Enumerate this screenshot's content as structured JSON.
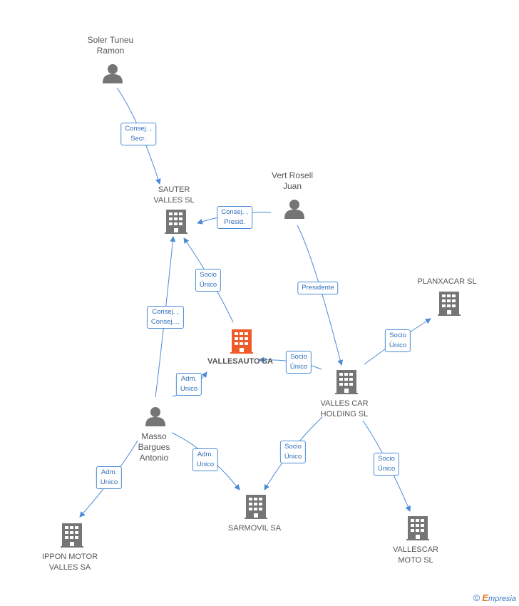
{
  "colors": {
    "edge": "#4a8bd6",
    "icon": "#757575",
    "main_icon": "#f05a28",
    "label": "#555555"
  },
  "nodes": [
    {
      "id": "soler",
      "type": "person",
      "label": [
        "Soler Tuneu",
        "Ramon"
      ]
    },
    {
      "id": "vert",
      "type": "person",
      "label": [
        "Vert Rosell",
        "Juan"
      ]
    },
    {
      "id": "masso",
      "type": "person",
      "label": [
        "Masso",
        "Bargues",
        "Antonio"
      ]
    },
    {
      "id": "sauter",
      "type": "company",
      "label": [
        "SAUTER",
        "VALLES  SL"
      ]
    },
    {
      "id": "vallesauto",
      "type": "main",
      "label": [
        "VALLESAUTO SA"
      ]
    },
    {
      "id": "vallescar",
      "type": "company",
      "label": [
        "VALLES CAR",
        "HOLDING SL"
      ]
    },
    {
      "id": "planxacar",
      "type": "company",
      "label": [
        "PLANXACAR SL"
      ]
    },
    {
      "id": "sarmovil",
      "type": "company",
      "label": [
        "SARMOVIL SA"
      ]
    },
    {
      "id": "ippon",
      "type": "company",
      "label": [
        "IPPON MOTOR",
        "VALLES SA"
      ]
    },
    {
      "id": "vallescarmoto",
      "type": "company",
      "label": [
        "VALLESCAR",
        "MOTO SL"
      ]
    }
  ],
  "edges": [
    {
      "from": "soler",
      "to": "sauter",
      "label": [
        "Consej. ,",
        "Secr."
      ]
    },
    {
      "from": "vert",
      "to": "sauter",
      "label": [
        "Consej. ,",
        "Presid."
      ]
    },
    {
      "from": "vert",
      "to": "vallescar",
      "label": [
        "Presidente"
      ]
    },
    {
      "from": "vallesauto",
      "to": "sauter",
      "label": [
        "Socio",
        "Único"
      ]
    },
    {
      "from": "masso",
      "to": "sauter",
      "label": [
        "Consej. ,",
        "Consej...."
      ]
    },
    {
      "from": "masso",
      "to": "vallesauto",
      "label": [
        "Adm.",
        "Unico"
      ]
    },
    {
      "from": "vallescar",
      "to": "vallesauto",
      "label": [
        "Socio",
        "Único"
      ]
    },
    {
      "from": "vallescar",
      "to": "planxacar",
      "label": [
        "Socio",
        "Único"
      ]
    },
    {
      "from": "vallescar",
      "to": "sarmovil",
      "label": [
        "Socio",
        "Único"
      ]
    },
    {
      "from": "vallescar",
      "to": "vallescarmoto",
      "label": [
        "Socio",
        "Único"
      ]
    },
    {
      "from": "masso",
      "to": "sarmovil",
      "label": [
        "Adm.",
        "Unico"
      ]
    },
    {
      "from": "masso",
      "to": "ippon",
      "label": [
        "Adm.",
        "Unico"
      ]
    }
  ],
  "footer": {
    "copyright": "©",
    "brand_first": "E",
    "brand_rest": "mpresia"
  }
}
